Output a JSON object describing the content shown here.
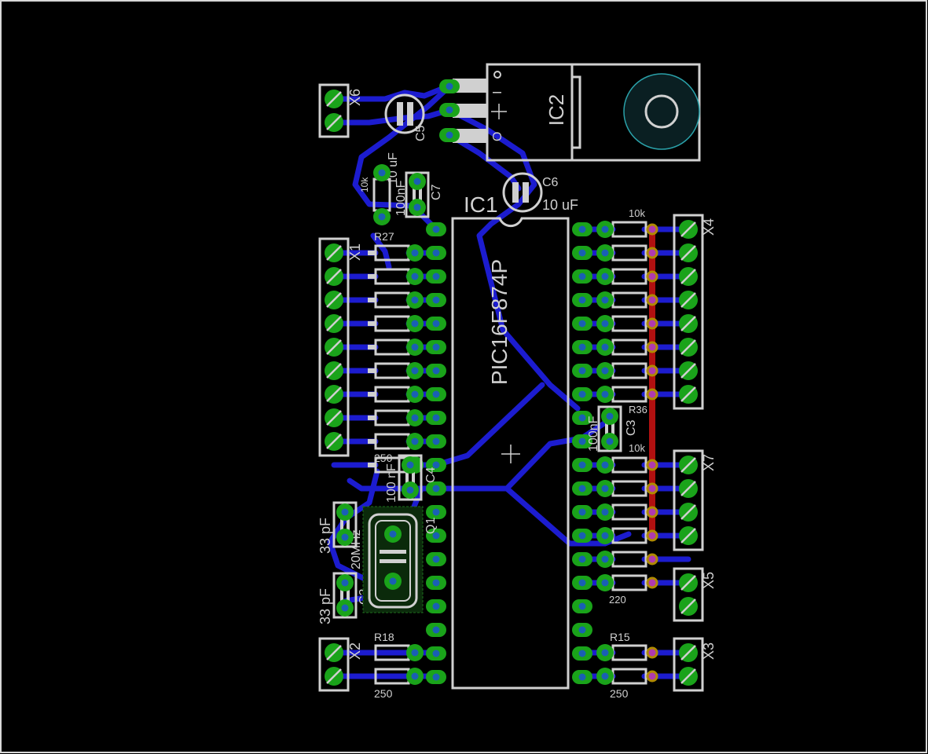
{
  "colors": {
    "background": "#000000",
    "trace_bottom": "#1c1ccf",
    "trace_top": "#b01010",
    "pad": "#1aa31a",
    "pad_hole": "#1a5fb4",
    "silkscreen": "#d0d0d0",
    "via": "#b08a00",
    "via_fill": "#b03ab0",
    "border": "#d8d8d8"
  },
  "components": {
    "ic1": {
      "ref": "IC1",
      "value": "PIC16F874P"
    },
    "ic2": {
      "ref": "IC2",
      "pin_in": "I",
      "pin_out": "O"
    },
    "c3": {
      "ref": "C3",
      "value": "100nF"
    },
    "c4": {
      "ref": "C4",
      "value": "100 nF"
    },
    "c5": {
      "ref": "C5",
      "value": "10 uF"
    },
    "c6": {
      "ref": "C6",
      "value": "10 uF"
    },
    "c7": {
      "ref": "C7",
      "value": "100nF"
    },
    "c1": {
      "value": "33 pF"
    },
    "c2": {
      "ref": "C2",
      "value": "33 pF"
    },
    "q1": {
      "ref": "Q1",
      "value": "20MHz"
    },
    "r_top": {
      "value": "10k"
    },
    "r27": {
      "ref": "R27"
    },
    "r_left_value": "250",
    "r18": {
      "ref": "R18",
      "value": "250"
    },
    "r15": {
      "ref": "R15",
      "value": "250"
    },
    "r36": {
      "ref": "R36"
    },
    "r_right_top_value": "10k",
    "r_right_mid_value": "10k",
    "r_right_bottom_value": "220"
  },
  "connectors": {
    "x1": "X1",
    "x2": "X2",
    "x3": "X3",
    "x4": "X4",
    "x5": "X5",
    "x6": "X6",
    "x7": "X7"
  }
}
